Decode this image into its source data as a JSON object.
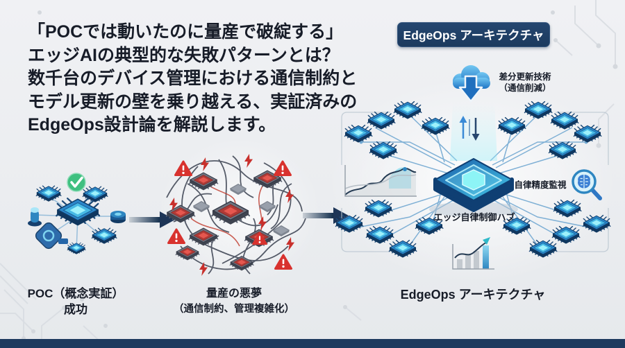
{
  "headline": {
    "lines": [
      "「POCでは動いたのに量産で破綻する」",
      "エッジAIの典型的な失敗パターンとは？",
      "数千台のデバイス管理における通信制約と",
      "モデル更新の壁を乗り越える、実証済みの",
      "EdgeOps設計論を解説します。"
    ]
  },
  "badge": {
    "label": "EdgeOps アーキテクチャ"
  },
  "diagram": {
    "cloud_label_line1": "差分更新技術",
    "cloud_label_line2": "（通信削減）",
    "monitor_label": "自律精度監視",
    "hub_label": "エッジ自律制御ハブ"
  },
  "captions": {
    "poc_line1": "POC（概念実証）",
    "poc_line2": "成功",
    "nightmare_line1": "量産の悪夢",
    "nightmare_line2": "（通信制約、管理複雑化）",
    "edgeops": "EdgeOps アーキテクチャ"
  },
  "colors": {
    "background": "#eef0f3",
    "text_primary": "#171c28",
    "badge_bg": "#1c3a5e",
    "badge_text": "#ffffff",
    "chip_top": "#46b9e5",
    "chip_body": "#10375f",
    "hub_cyan": "#8df4f6",
    "cloud_blue": "#1f74c4",
    "success_green": "#3fc080",
    "warning_red": "#d8322e",
    "line_blue": "#73a9d2",
    "bottom_bar": "#1d3a5e"
  }
}
